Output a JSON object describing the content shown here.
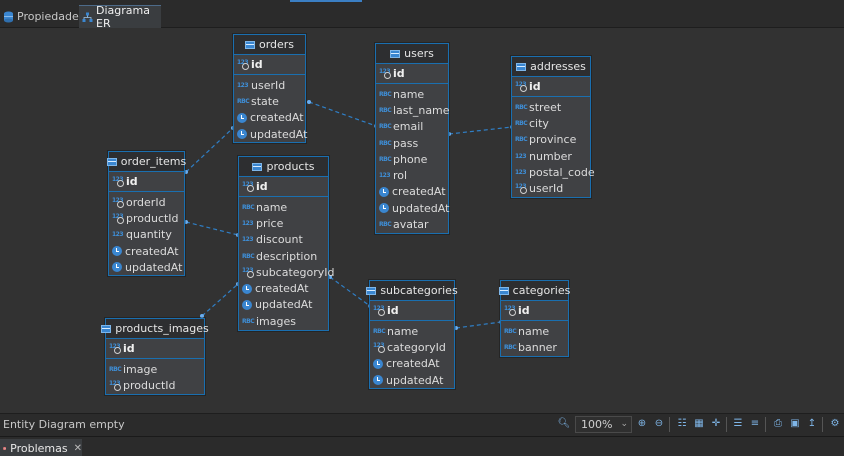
{
  "tabs": [
    {
      "label": "Propiedades",
      "icon": "database-icon",
      "active": false
    },
    {
      "label": "Diagrama ER",
      "icon": "er-diagram-icon",
      "active": true
    }
  ],
  "entities": {
    "orders": {
      "name": "orders",
      "pk": "id",
      "attrs": [
        {
          "name": "userId",
          "type": "123"
        },
        {
          "name": "state",
          "type": "RBC"
        },
        {
          "name": "createdAt",
          "type": "clock"
        },
        {
          "name": "updatedAt",
          "type": "clock"
        }
      ]
    },
    "users": {
      "name": "users",
      "pk": "id",
      "attrs": [
        {
          "name": "name",
          "type": "RBC"
        },
        {
          "name": "last_name",
          "type": "RBC"
        },
        {
          "name": "email",
          "type": "RBC"
        },
        {
          "name": "pass",
          "type": "RBC"
        },
        {
          "name": "phone",
          "type": "RBC"
        },
        {
          "name": "rol",
          "type": "123"
        },
        {
          "name": "createdAt",
          "type": "clock"
        },
        {
          "name": "updatedAt",
          "type": "clock"
        },
        {
          "name": "avatar",
          "type": "RBC"
        }
      ]
    },
    "addresses": {
      "name": "addresses",
      "pk": "id",
      "attrs": [
        {
          "name": "street",
          "type": "RBC"
        },
        {
          "name": "city",
          "type": "RBC"
        },
        {
          "name": "province",
          "type": "RBC"
        },
        {
          "name": "number",
          "type": "123"
        },
        {
          "name": "postal_code",
          "type": "123"
        },
        {
          "name": "userId",
          "type": "key"
        }
      ]
    },
    "order_items": {
      "name": "order_items",
      "pk": "id",
      "attrs": [
        {
          "name": "orderId",
          "type": "key"
        },
        {
          "name": "productId",
          "type": "key"
        },
        {
          "name": "quantity",
          "type": "123"
        },
        {
          "name": "createdAt",
          "type": "clock"
        },
        {
          "name": "updatedAt",
          "type": "clock"
        }
      ]
    },
    "products": {
      "name": "products",
      "pk": "id",
      "attrs": [
        {
          "name": "name",
          "type": "RBC"
        },
        {
          "name": "price",
          "type": "123"
        },
        {
          "name": "discount",
          "type": "123"
        },
        {
          "name": "description",
          "type": "RBC"
        },
        {
          "name": "subcategoryId",
          "type": "key"
        },
        {
          "name": "createdAt",
          "type": "clock"
        },
        {
          "name": "updatedAt",
          "type": "clock"
        },
        {
          "name": "images",
          "type": "RBC"
        }
      ]
    },
    "subcategories": {
      "name": "subcategories",
      "pk": "id",
      "attrs": [
        {
          "name": "name",
          "type": "RBC"
        },
        {
          "name": "categoryId",
          "type": "key"
        },
        {
          "name": "createdAt",
          "type": "clock"
        },
        {
          "name": "updatedAt",
          "type": "clock"
        }
      ]
    },
    "categories": {
      "name": "categories",
      "pk": "id",
      "attrs": [
        {
          "name": "name",
          "type": "RBC"
        },
        {
          "name": "banner",
          "type": "RBC"
        }
      ]
    },
    "products_images": {
      "name": "products_images",
      "pk": "id",
      "attrs": [
        {
          "name": "image",
          "type": "RBC"
        },
        {
          "name": "productId",
          "type": "key"
        }
      ]
    }
  },
  "relationships": [
    {
      "from": "orders",
      "to": "users"
    },
    {
      "from": "users",
      "to": "addresses"
    },
    {
      "from": "order_items",
      "to": "orders"
    },
    {
      "from": "order_items",
      "to": "products"
    },
    {
      "from": "products",
      "to": "subcategories"
    },
    {
      "from": "subcategories",
      "to": "categories"
    },
    {
      "from": "products_images",
      "to": "products"
    }
  ],
  "statusbar": {
    "text": "Entity Diagram  empty",
    "zoom": "100%"
  },
  "bottom_tab": {
    "label": "Problemas",
    "icon": "problems-icon"
  },
  "colors": {
    "accent": "#1a6fb0",
    "canvas": "#323232",
    "link": "#2f7fc6"
  }
}
